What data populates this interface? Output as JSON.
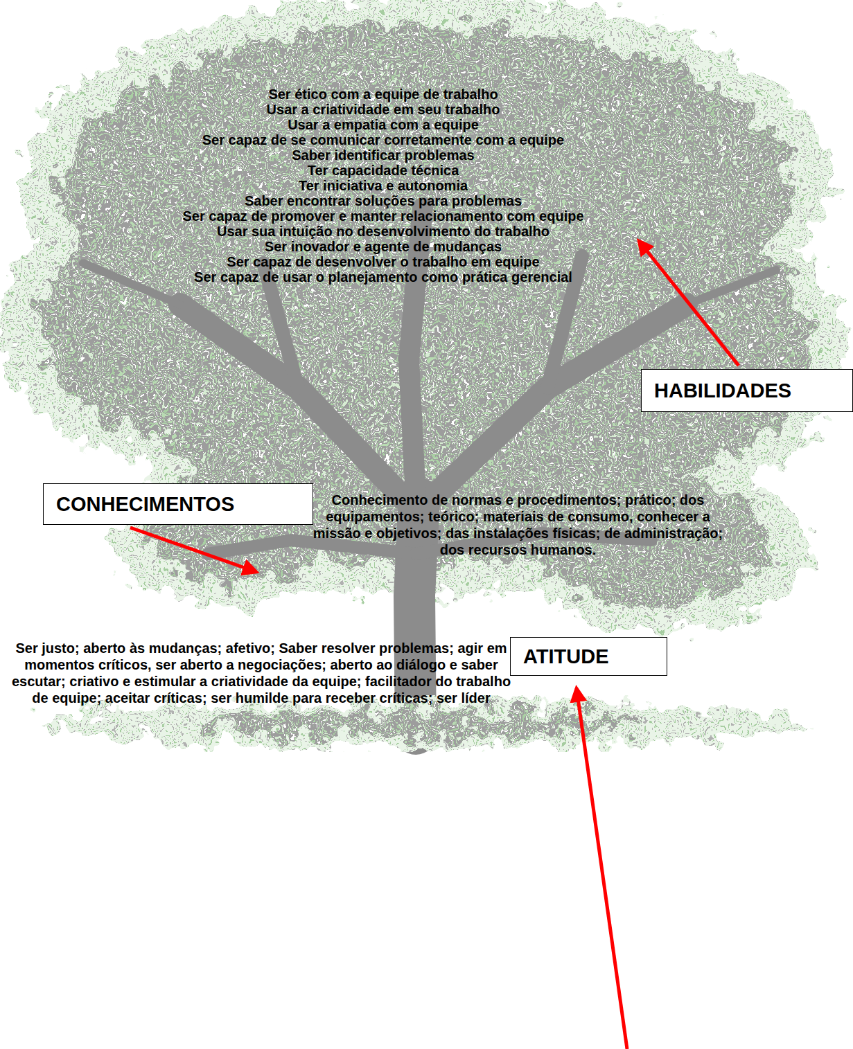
{
  "diagram": {
    "nodes": [
      {
        "text": [
          "HABILIDADES"
        ]
      },
      {
        "text": [
          "CONHECIMENTOS"
        ]
      },
      {
        "text": [
          "ATITUDE"
        ]
      }
    ],
    "labels": [
      "Ser ético com a equipe de trabalho",
      "Usar a criatividade em seu trabalho",
      "Usar a empatia com a equipe",
      "Ser capaz de se comunicar corretamente com a equipe",
      "Saber identificar problemas",
      "Ter capacidade técnica",
      "Ter iniciativa e autonomia",
      "Saber encontrar soluções para problemas",
      "Ser capaz de promover e manter relacionamento com equipe",
      "Usar sua intuição no desenvolvimento do trabalho",
      "Ser inovador e agente de mudanças",
      "Ser capaz de desenvolver o trabalho em equipe",
      "Ser capaz de usar o planejamento como prática gerencial",
      "Conhecimento de normas e procedimentos; prático; dos equipamentos; teórico; materiais de consumo, conhecer a missão e objetivos; das instalações físicas; de administração; dos recursos humanos.",
      "Ser justo; aberto às mudanças; afetivo; Saber resolver problemas; agir em momentos críticos, ser aberto a negociações; aberto ao diálogo e saber escutar; criativo e estimular a criatividade da equipe; facilitador do trabalho de equipe; aceitar críticas; ser humilde para receber críticas; ser líder"
    ]
  }
}
